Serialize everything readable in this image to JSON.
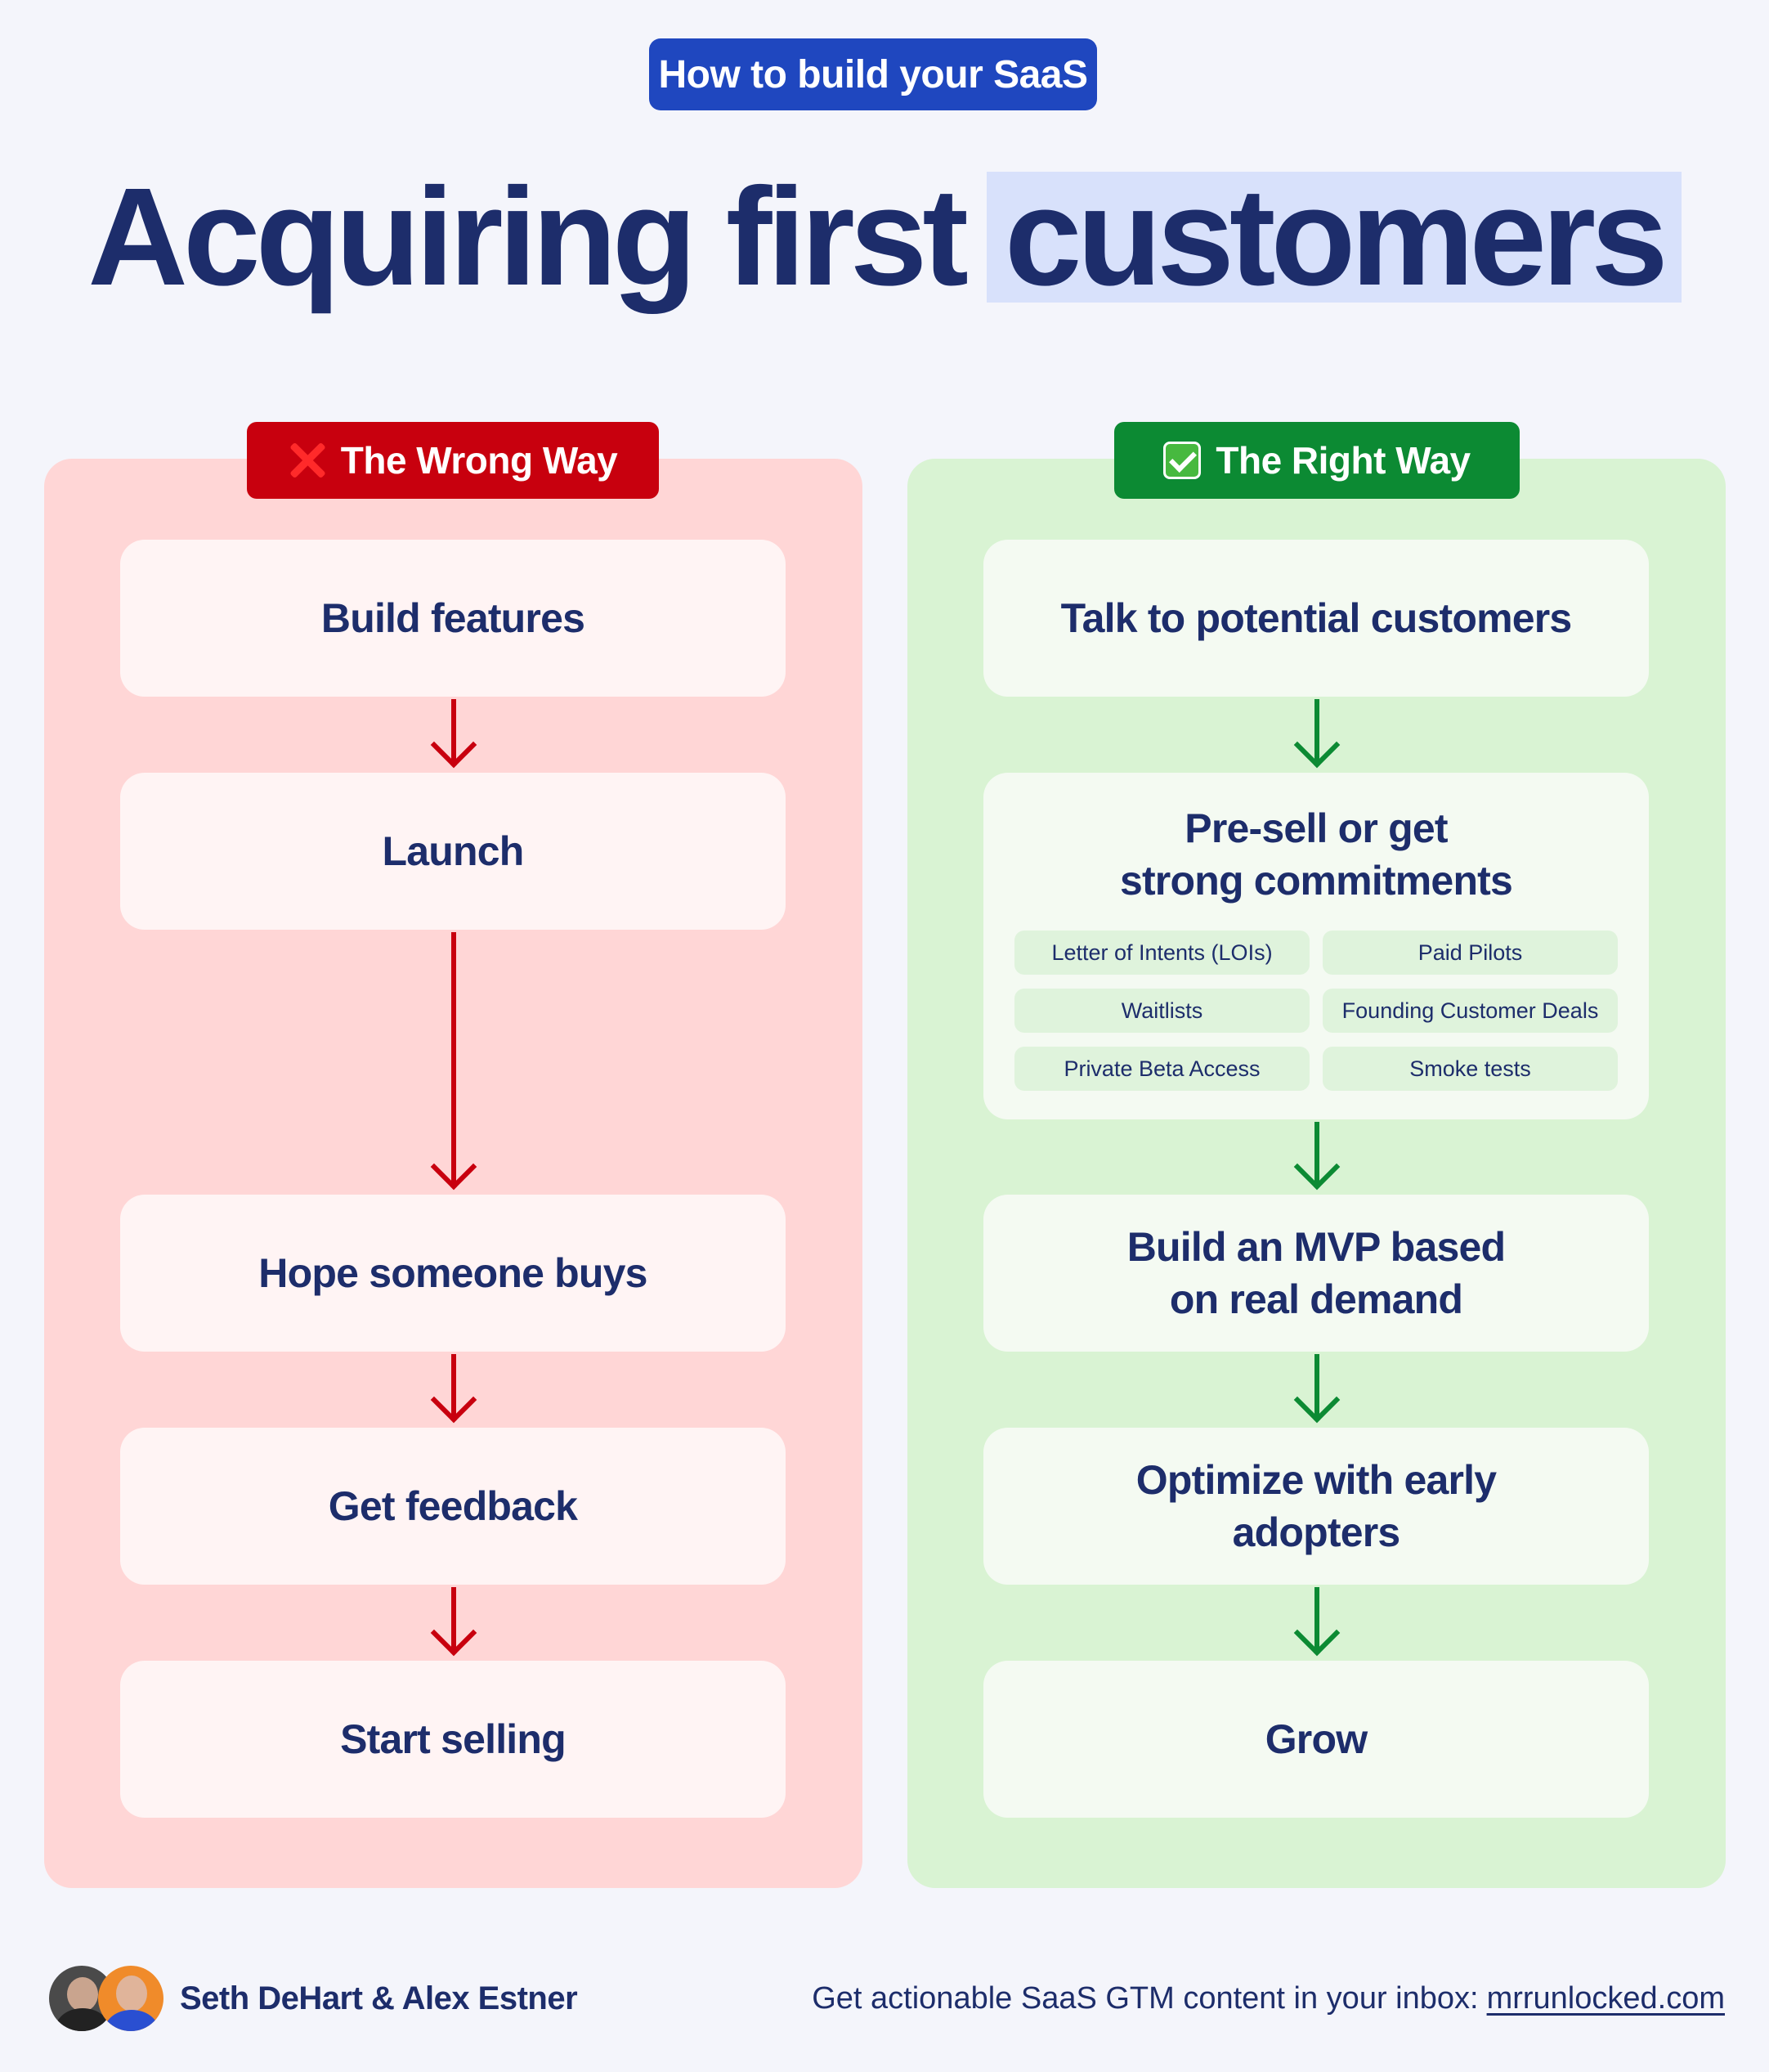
{
  "header": {
    "badge": "How to build your SaaS",
    "title_main": "Acquiring first",
    "title_highlight": "customers"
  },
  "wrong_way": {
    "label": "The Wrong Way",
    "icon": "cross-mark-icon",
    "color": "#c8000e",
    "steps": [
      "Build features",
      "Launch",
      "Hope someone buys",
      "Get feedback",
      "Start selling"
    ]
  },
  "right_way": {
    "label": "The Right Way",
    "icon": "check-mark-icon",
    "color": "#0c8a33",
    "steps": [
      {
        "line1": "Talk to potential customers",
        "line2": ""
      },
      {
        "line1": "Pre-sell or get",
        "line2": "strong commitments"
      },
      {
        "line1": "Build an MVP based",
        "line2": "on real demand"
      },
      {
        "line1": "Optimize with early",
        "line2": "adopters"
      },
      {
        "line1": "Grow",
        "line2": ""
      }
    ],
    "commitment_types": [
      "Letter of Intents (LOIs)",
      "Paid Pilots",
      "Waitlists",
      "Founding Customer Deals",
      "Private Beta Access",
      "Smoke tests"
    ]
  },
  "footer": {
    "authors": "Seth DeHart & Alex Estner",
    "cta_text": "Get actionable SaaS GTM content in your inbox:",
    "cta_link": "mrrunlocked.com"
  }
}
